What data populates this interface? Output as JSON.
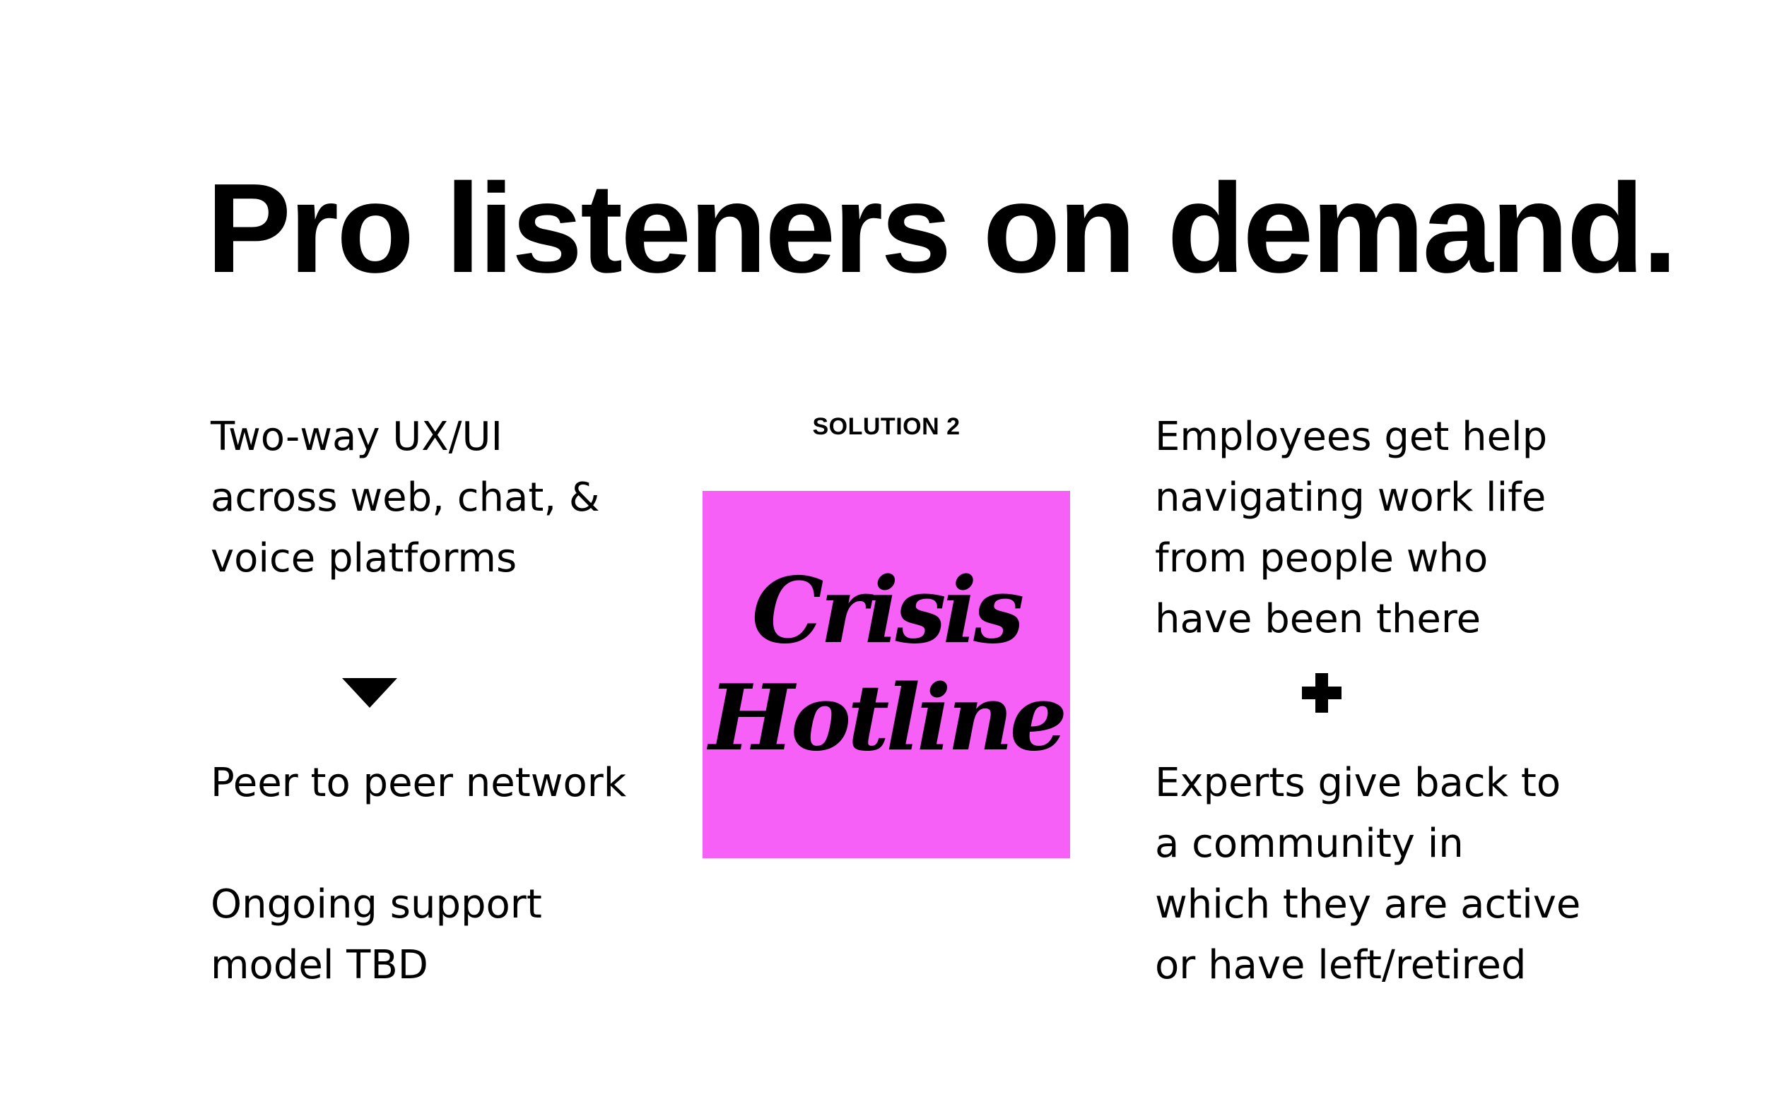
{
  "slide": {
    "title": "Pro listeners on demand.",
    "left_column": {
      "top_text": "Two-way UX/UI\nacross web, chat, &\nvoice platforms",
      "connector_icon": "down-triangle-icon",
      "middle_text": "Peer to peer network",
      "bottom_text": "Ongoing support\nmodel TBD"
    },
    "center_column": {
      "label": "SOLUTION 2",
      "sticky_note": {
        "text": "Crisis\nHotline",
        "color": "#f760f7"
      }
    },
    "right_column": {
      "top_text": "Employees get help\nnavigating work life\nfrom people who\nhave been there",
      "connector_icon": "plus-icon",
      "bottom_text": "Experts give back to\na community in\nwhich they are active\nor have left/retired"
    }
  }
}
